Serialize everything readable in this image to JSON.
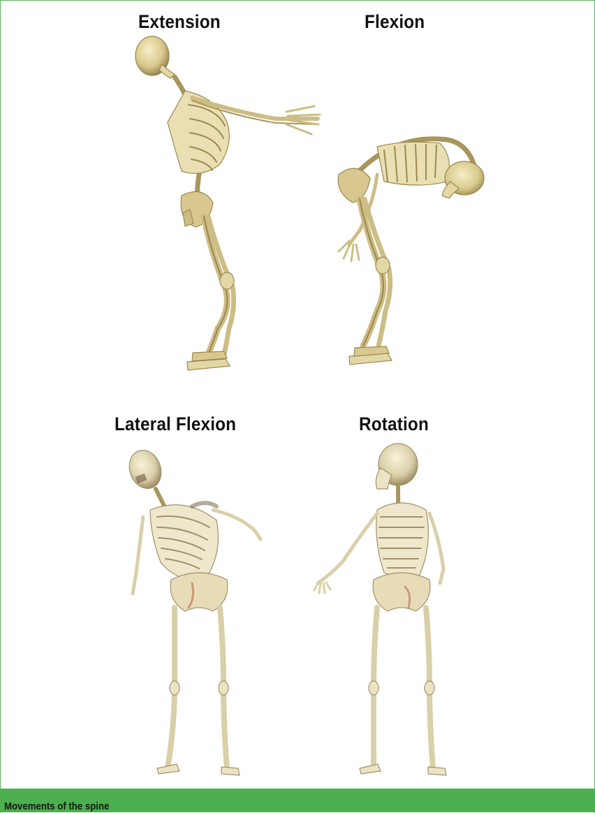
{
  "panels": [
    {
      "title": "Extension",
      "image": "skeleton-extension-illustration"
    },
    {
      "title": "Flexion",
      "image": "skeleton-flexion-illustration"
    },
    {
      "title": "Lateral Flexion",
      "image": "skeleton-lateral-flexion-illustration"
    },
    {
      "title": "Rotation",
      "image": "skeleton-rotation-illustration"
    }
  ],
  "caption": "Movements of the spine",
  "colors": {
    "accent_green": "#4caf50",
    "bone": "#e3d7a6",
    "bone_shadow": "#a8965c",
    "frame_border": "#5ab55e"
  }
}
